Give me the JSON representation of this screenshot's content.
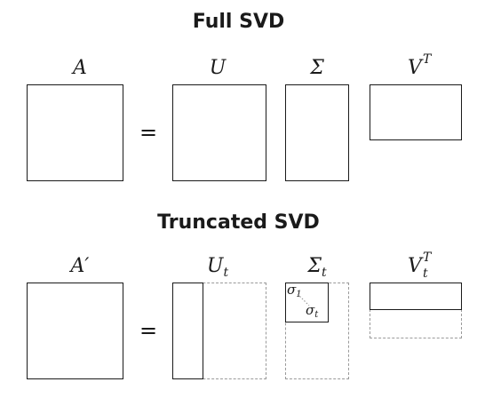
{
  "full": {
    "title": "Full SVD",
    "labels": {
      "a": "A",
      "u": "U",
      "sigma": "Σ",
      "v": "V",
      "v_sup": "T"
    },
    "equals": "="
  },
  "truncated": {
    "title": "Truncated SVD",
    "labels": {
      "a": "A′",
      "u": "U",
      "u_sub": "t",
      "sigma": "Σ",
      "sigma_sub": "t",
      "v": "V",
      "v_sup": "T",
      "v_sub": "t"
    },
    "equals": "=",
    "sigma_entries": {
      "first": "σ",
      "first_sub": "1",
      "last": "σ",
      "last_sub": "t"
    }
  },
  "colors": {
    "stroke": "#1a1a1a",
    "dashed": "#9a9a9a"
  }
}
